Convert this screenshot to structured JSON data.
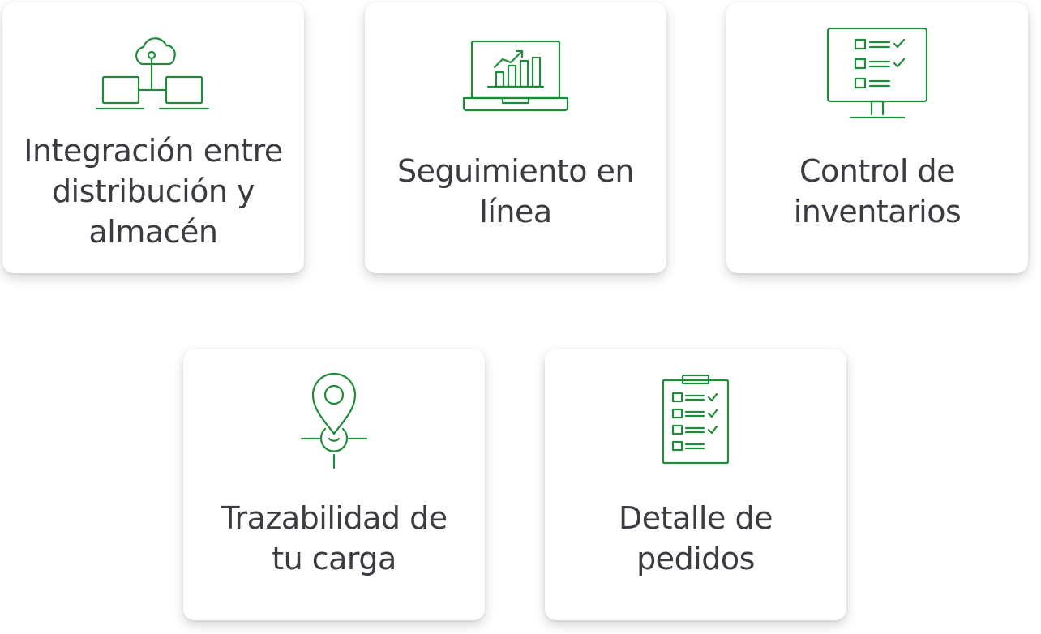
{
  "accent_color": "#1e8c3a",
  "text_color": "#3b3b42",
  "cards": [
    {
      "icon": "cloud-network-icon",
      "lines": [
        "Integración entre",
        "distribución y",
        "almacén"
      ]
    },
    {
      "icon": "laptop-chart-icon",
      "lines": [
        "Seguimiento en",
        "línea"
      ]
    },
    {
      "icon": "monitor-checklist-icon",
      "lines": [
        "Control de",
        "inventarios"
      ]
    },
    {
      "icon": "location-pin-icon",
      "lines": [
        "Trazabilidad de",
        "tu carga"
      ]
    },
    {
      "icon": "clipboard-checklist-icon",
      "lines": [
        "Detalle de",
        "pedidos"
      ]
    }
  ]
}
